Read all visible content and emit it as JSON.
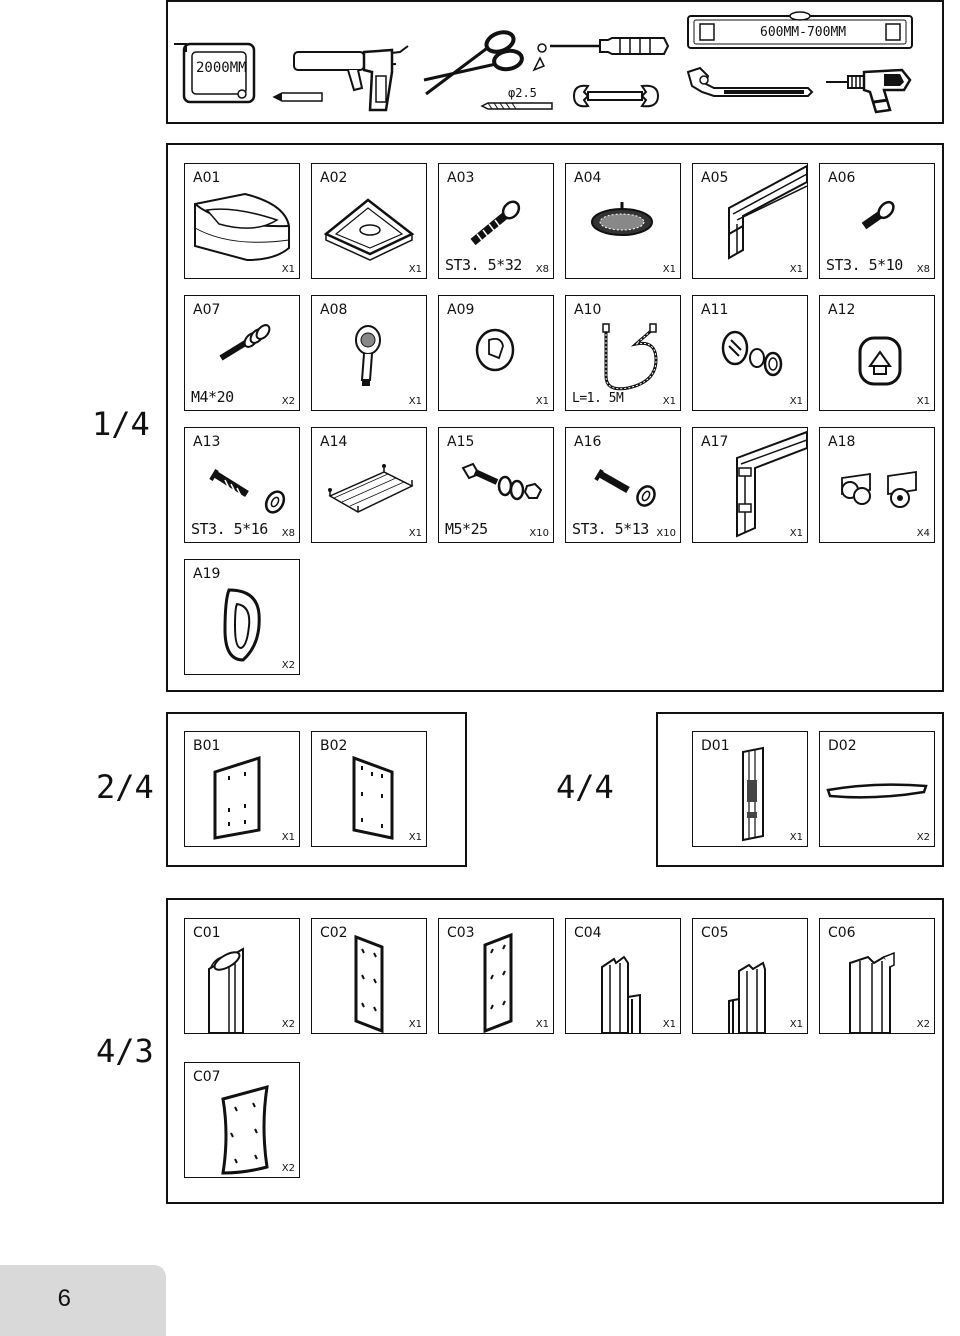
{
  "page_number": "6",
  "tools": {
    "tape_measure_label": "2000MM",
    "level_label": "600MM-700MM",
    "drill_bit_label": "φ2.5",
    "items": [
      "tape-measure",
      "pencil",
      "caulking-gun",
      "scissors",
      "screwdriver",
      "wrench",
      "adjustable-wrench",
      "drill",
      "spirit-level",
      "drill-bit"
    ]
  },
  "section_a": {
    "label": "1/4",
    "parts": [
      {
        "code": "A01",
        "qty": "X1",
        "spec": ""
      },
      {
        "code": "A02",
        "qty": "X1",
        "spec": ""
      },
      {
        "code": "A03",
        "qty": "X8",
        "spec": "ST3. 5*32"
      },
      {
        "code": "A04",
        "qty": "X1",
        "spec": ""
      },
      {
        "code": "A05",
        "qty": "X1",
        "spec": ""
      },
      {
        "code": "A06",
        "qty": "X8",
        "spec": "ST3. 5*10"
      },
      {
        "code": "A07",
        "qty": "X2",
        "spec": "M4*20"
      },
      {
        "code": "A08",
        "qty": "X1",
        "spec": ""
      },
      {
        "code": "A09",
        "qty": "X1",
        "spec": ""
      },
      {
        "code": "A10",
        "qty": "X1",
        "spec": "L=1. 5M"
      },
      {
        "code": "A11",
        "qty": "X1",
        "spec": ""
      },
      {
        "code": "A12",
        "qty": "X1",
        "spec": ""
      },
      {
        "code": "A13",
        "qty": "X8",
        "spec": "ST3. 5*16"
      },
      {
        "code": "A14",
        "qty": "X1",
        "spec": ""
      },
      {
        "code": "A15",
        "qty": "X10",
        "spec": "M5*25"
      },
      {
        "code": "A16",
        "qty": "X10",
        "spec": "ST3. 5*13"
      },
      {
        "code": "A17",
        "qty": "X1",
        "spec": ""
      },
      {
        "code": "A18",
        "qty": "X4",
        "spec": ""
      },
      {
        "code": "A19",
        "qty": "X2",
        "spec": ""
      }
    ]
  },
  "section_b": {
    "label": "2/4",
    "parts": [
      {
        "code": "B01",
        "qty": "X1"
      },
      {
        "code": "B02",
        "qty": "X1"
      }
    ]
  },
  "section_d": {
    "label": "4/4",
    "parts": [
      {
        "code": "D01",
        "qty": "X1"
      },
      {
        "code": "D02",
        "qty": "X2"
      }
    ]
  },
  "section_c": {
    "label": "4/3",
    "parts": [
      {
        "code": "C01",
        "qty": "X2"
      },
      {
        "code": "C02",
        "qty": "X1"
      },
      {
        "code": "C03",
        "qty": "X1"
      },
      {
        "code": "C04",
        "qty": "X1"
      },
      {
        "code": "C05",
        "qty": "X1"
      },
      {
        "code": "C06",
        "qty": "X2"
      },
      {
        "code": "C07",
        "qty": "X2"
      }
    ]
  }
}
